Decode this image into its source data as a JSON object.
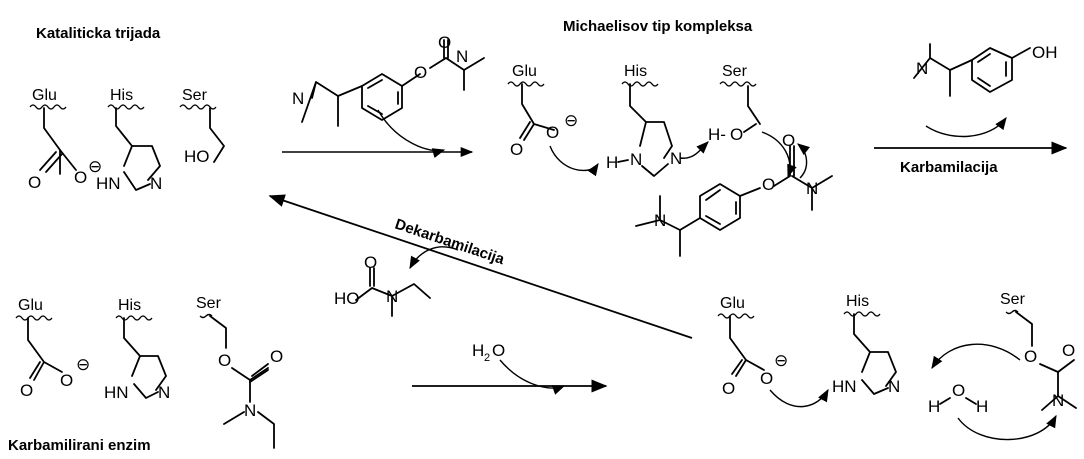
{
  "titles": {
    "triad": "Kataliticka trijada",
    "michaelis": "Michaelisov tip kompleksa",
    "carbamylated": "Karbamilirani enzim"
  },
  "arrows": {
    "carbamylation": "Karbamilacija",
    "decarbamylation": "Dekarbamilacija"
  },
  "residues": {
    "glu": "Glu",
    "his": "His",
    "ser": "Ser"
  },
  "atoms": {
    "N": "N",
    "O": "O",
    "HN": "HN",
    "HO": "HO",
    "OH": "OH",
    "H": "H",
    "Hdash": "H-",
    "charge": "⊖"
  },
  "water": {
    "H": "H",
    "sub2": "2",
    "O": "O"
  }
}
